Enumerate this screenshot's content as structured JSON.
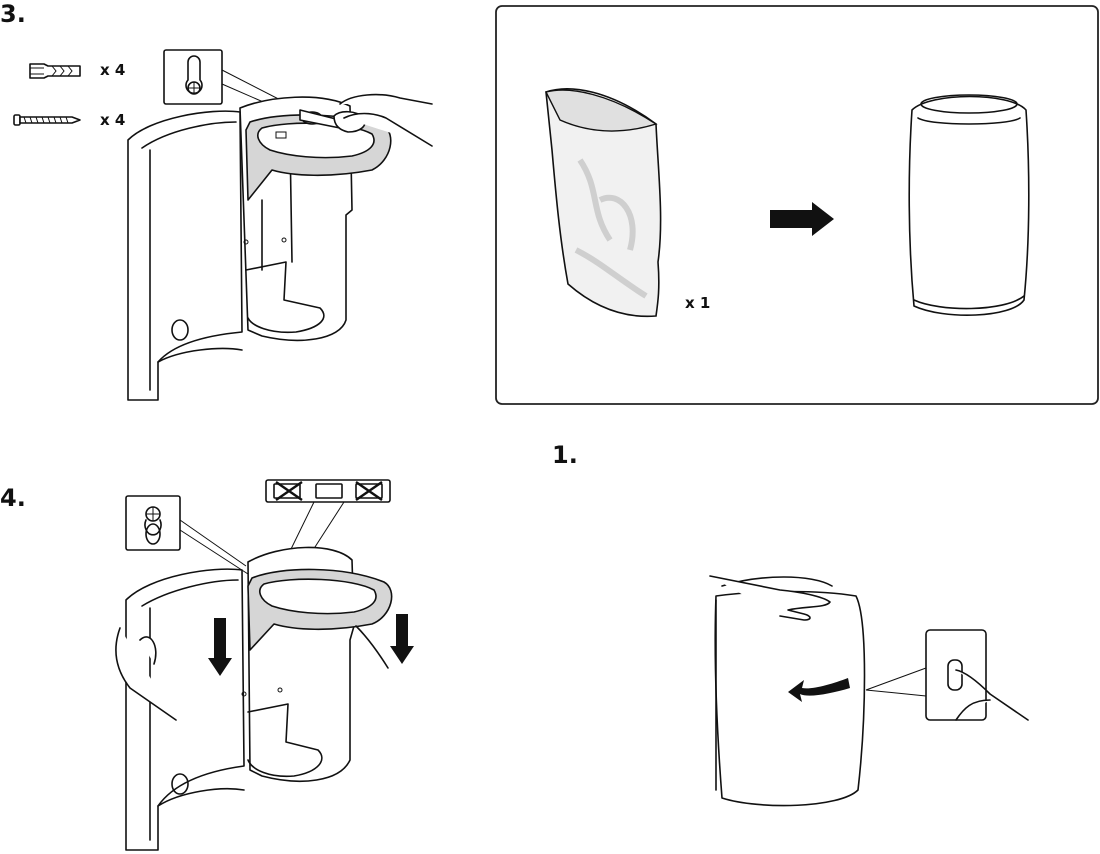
{
  "steps": {
    "step3": {
      "number": "3."
    },
    "step4": {
      "number": "4."
    },
    "step1": {
      "number": "1."
    }
  },
  "parts": {
    "anchor_qty": "x 4",
    "screw_qty": "x 4",
    "bag_qty": "x 1"
  },
  "colors": {
    "line": "#111111",
    "tray_fill": "#d6d6d6",
    "panel_border": "#222222",
    "background": "#ffffff"
  },
  "icons": [
    "wall-anchor-icon",
    "screw-icon",
    "keyhole-icon",
    "prohibited-icon",
    "arrow-right-icon",
    "arrow-down-icon",
    "curved-arrow-icon"
  ]
}
